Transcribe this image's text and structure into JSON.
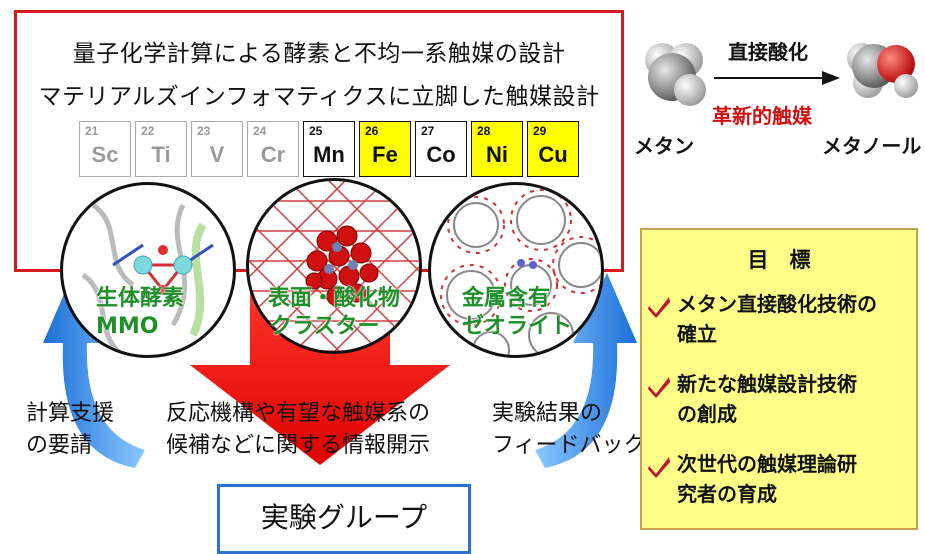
{
  "title_line1": "量子化学計算による酵素と不均一系触媒の設計",
  "title_line2": "マテリアルズインフォマティクスに立脚した触媒設計",
  "elements": [
    {
      "num": "21",
      "sym": "Sc",
      "style": "light"
    },
    {
      "num": "22",
      "sym": "Ti",
      "style": "light"
    },
    {
      "num": "23",
      "sym": "V",
      "style": "light"
    },
    {
      "num": "24",
      "sym": "Cr",
      "style": "light"
    },
    {
      "num": "25",
      "sym": "Mn",
      "style": "dark"
    },
    {
      "num": "26",
      "sym": "Fe",
      "style": "yellow"
    },
    {
      "num": "27",
      "sym": "Co",
      "style": "dark"
    },
    {
      "num": "28",
      "sym": "Ni",
      "style": "yellow"
    },
    {
      "num": "29",
      "sym": "Cu",
      "style": "yellow"
    }
  ],
  "reaction": {
    "arrow_label": "直接酸化",
    "catalyst_label": "革新的触媒",
    "reactant": "メタン",
    "product": "メタノール"
  },
  "circles": [
    {
      "line1": "生体酵素",
      "line2": "MMO"
    },
    {
      "line1": "表面・酸化物",
      "line2": "クラスター"
    },
    {
      "line1": "金属含有",
      "line2": "ゼオライト"
    }
  ],
  "left_text": {
    "line1": "計算支援",
    "line2": "の要請"
  },
  "center_text": {
    "line1": "反応機構や有望な触媒系の",
    "line2": "候補などに関する情報開示"
  },
  "right_text": {
    "line1": "実験結果の",
    "line2": "フィードバック"
  },
  "goals": {
    "title": "目　標",
    "items": [
      {
        "line1": "メタン直接酸化技術の",
        "line2": "確立"
      },
      {
        "line1": "新たな触媒設計技術",
        "line2": "の創成"
      },
      {
        "line1": "次世代の触媒理論研",
        "line2": "究者の育成"
      }
    ]
  },
  "experiment_group": "実験グループ",
  "colors": {
    "frame_red": "#d71920",
    "highlight_yellow": "#ffff00",
    "label_green": "#1f8f2a",
    "goal_bg": "#ffff88",
    "arrow_blue": "#1e7fe0",
    "check_red": "#c8102e"
  }
}
